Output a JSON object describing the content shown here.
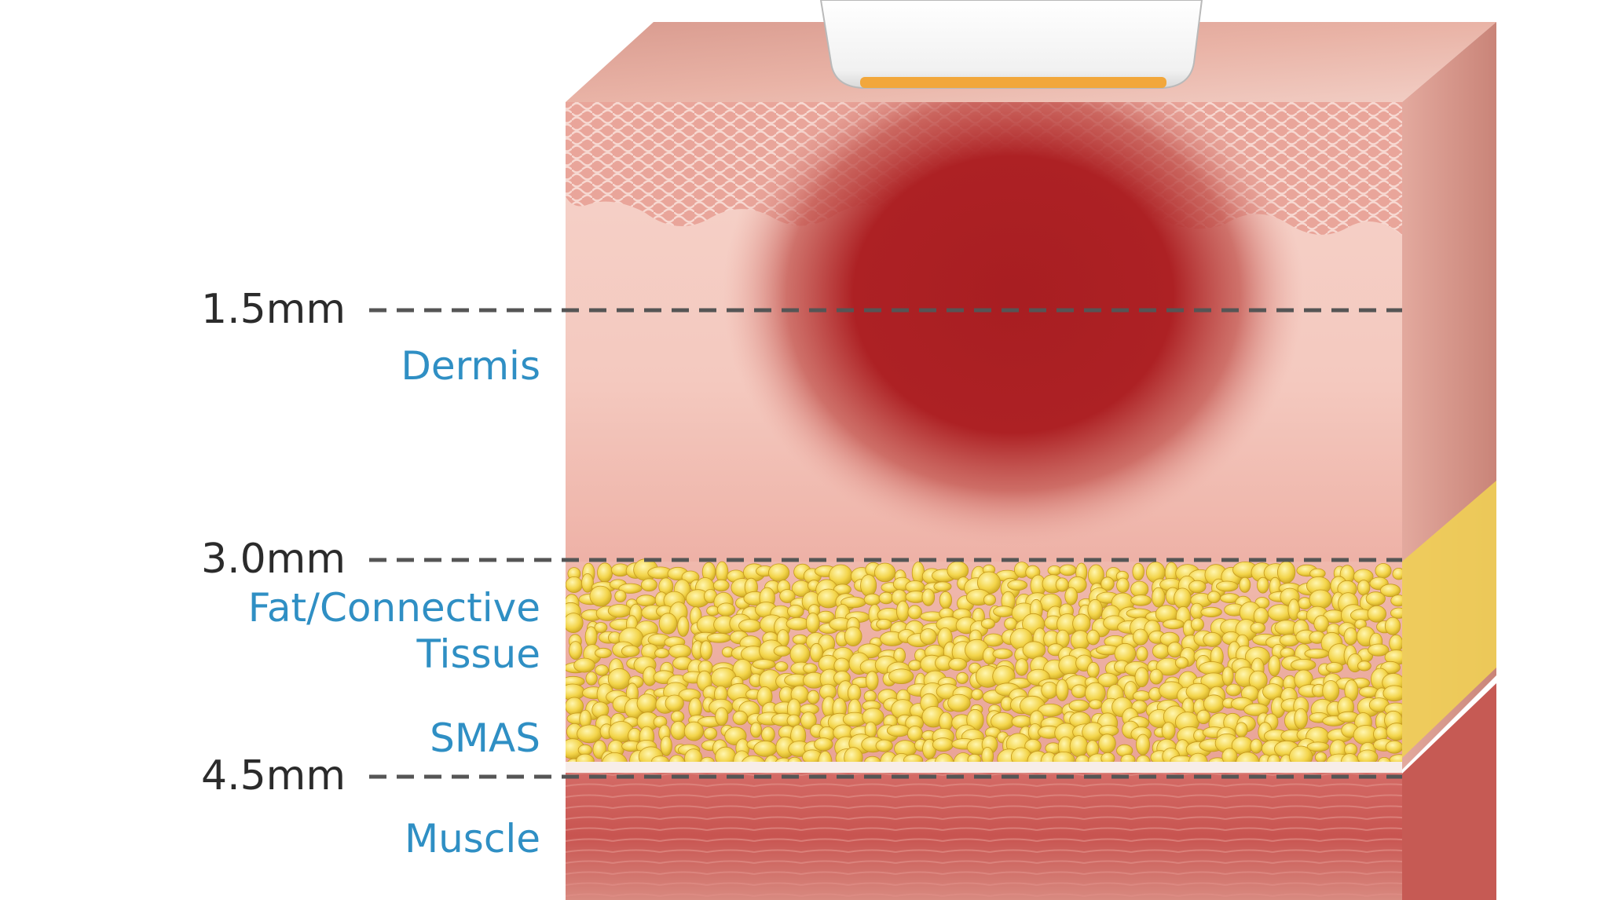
{
  "depth_markers": [
    {
      "label": "1.5mm",
      "layer": "Dermis"
    },
    {
      "label": "3.0mm",
      "layer": "Fat/Connective Tissue"
    },
    {
      "label": "4.5mm",
      "layer": "Muscle"
    }
  ],
  "layers": {
    "dermis": "Dermis",
    "fat_line1": "Fat/Connective",
    "fat_line2": "Tissue",
    "smas": "SMAS",
    "muscle": "Muscle"
  },
  "colors": {
    "depth_text": "#2b2b2b",
    "layer_text": "#2f8fc4",
    "heat_zone": "#a81e22",
    "epidermis": "#e8a49a",
    "dermis": "#f3c7bd",
    "fat": "#f2d247",
    "muscle": "#c8504e",
    "dashed_line": "#555555"
  },
  "icons": [
    "transducer-icon"
  ]
}
